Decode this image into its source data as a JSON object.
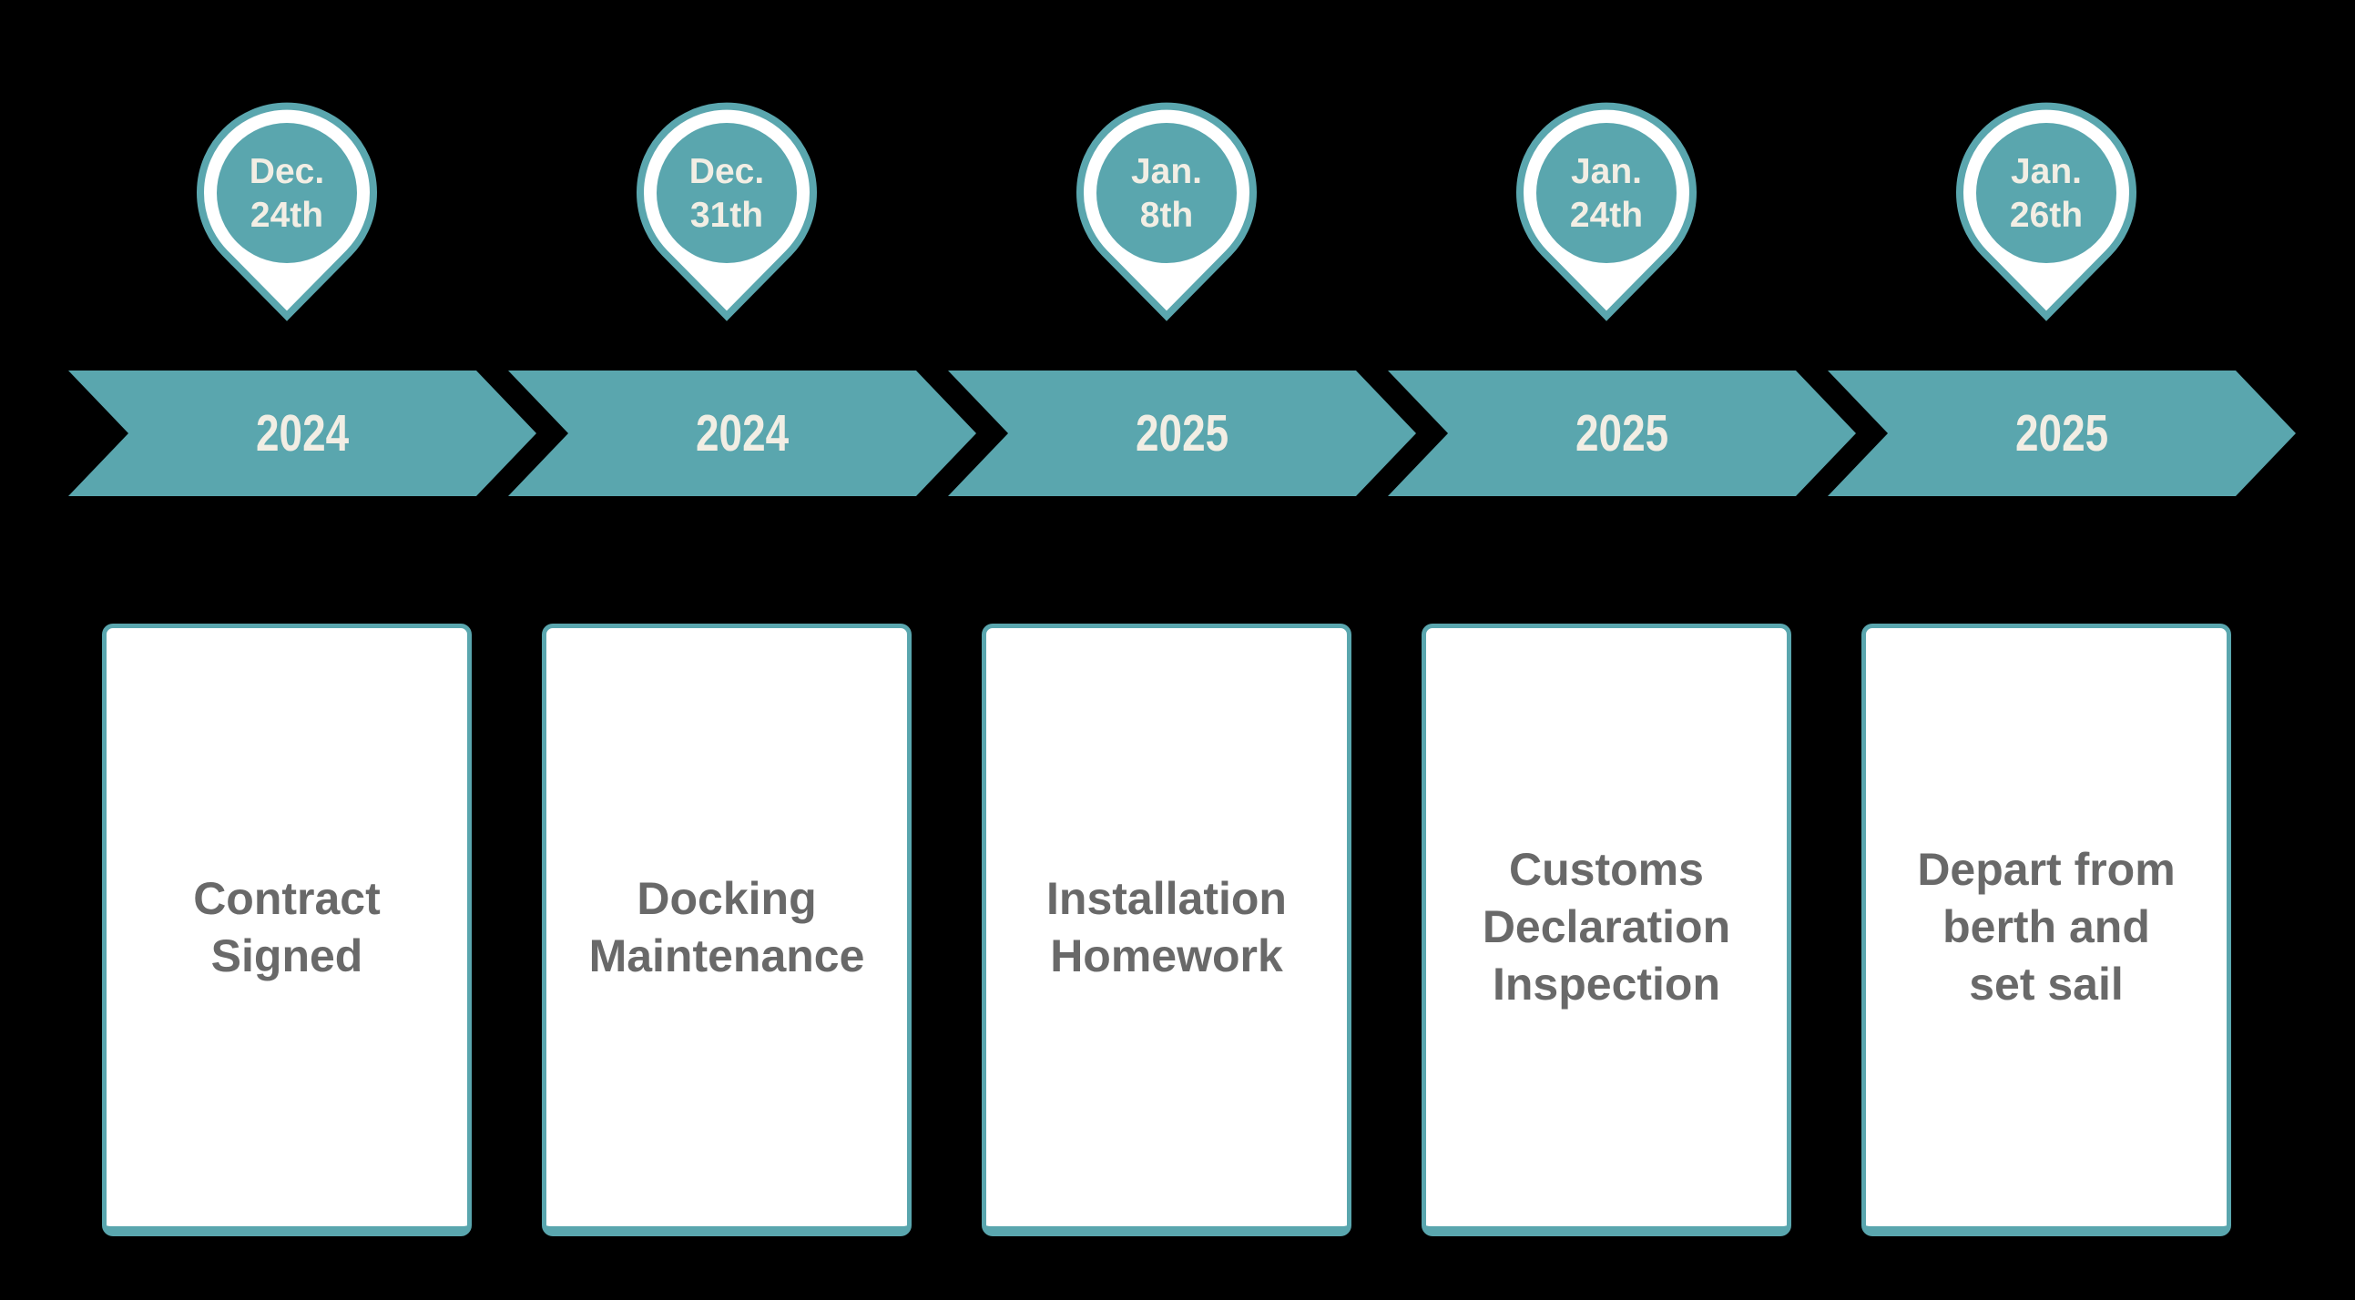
{
  "colors": {
    "background": "#000000",
    "accent_teal": "#5AA6AE",
    "cream_text": "#F2EEE4",
    "card_background": "#FFFFFF",
    "card_text_gray": "#696969"
  },
  "timeline": {
    "stages": [
      {
        "pin": {
          "line1": "Dec.",
          "line2": "24th"
        },
        "year": "2024",
        "card": {
          "lines": [
            "Contract",
            "Signed"
          ]
        }
      },
      {
        "pin": {
          "line1": "Dec.",
          "line2": "31th"
        },
        "year": "2024",
        "card": {
          "lines": [
            "Docking",
            "Maintenance"
          ]
        }
      },
      {
        "pin": {
          "line1": "Jan.",
          "line2": "8th"
        },
        "year": "2025",
        "card": {
          "lines": [
            "Installation",
            "Homework"
          ]
        }
      },
      {
        "pin": {
          "line1": "Jan.",
          "line2": "24th"
        },
        "year": "2025",
        "card": {
          "lines": [
            "Customs",
            "Declaration",
            "Inspection"
          ]
        }
      },
      {
        "pin": {
          "line1": "Jan.",
          "line2": "26th"
        },
        "year": "2025",
        "card": {
          "lines": [
            "Depart from",
            "berth and",
            "set sail"
          ]
        }
      }
    ]
  }
}
